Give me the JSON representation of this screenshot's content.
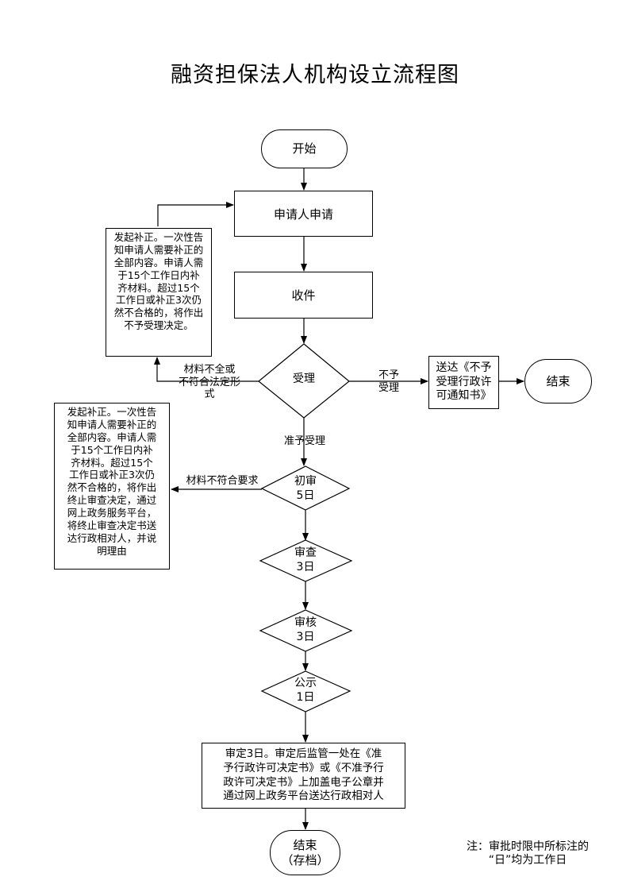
{
  "title": "融资担保法人机构设立流程图",
  "nodes": {
    "start": "开始",
    "apply": "申请人申请",
    "receive": "收件",
    "accept": "受理",
    "notice_reject": "送达《不予\n受理行政许\n可通知书》",
    "end_reject": "结束",
    "initial_review": "初审\n5日",
    "review": "审查\n3日",
    "audit": "审核\n3日",
    "publicity": "公示\n1日",
    "decision": "审定3日。审定后监管一处在《准\n予行政许可决定书》或《不准予行\n政许可决定书》上加盖电子公章并\n通过网上政务平台送达行政相对人",
    "end_archive": "结束\n（存档）"
  },
  "notes": {
    "supplement_1": "发起补正。一次性告\n知申请人需要补正的\n全部内容。申请人需\n于15个工作日内补\n齐材料。超过15个\n工作日或补正3次仍\n然不合格的，将作出\n不予受理决定。",
    "supplement_2": "发起补正。一次性告\n知申请人需要补正的\n全部内容。申请人需\n于15个工作日内补\n齐材料。超过15个\n工作日或补正3次仍\n然不合格的，将作出\n终止审查决定，通过\n网上政务服务平台，\n将终止审查决定书送\n达行政相对人，并说\n明理由"
  },
  "labels": {
    "incomplete": "材料不全或\n不符合法定形\n式",
    "not_accepted": "不予\n受理",
    "accepted": "准予受理",
    "not_compliant": "材料不符合要求"
  },
  "footnote": "注：审批时限中所标注的\n“日”均为工作日"
}
